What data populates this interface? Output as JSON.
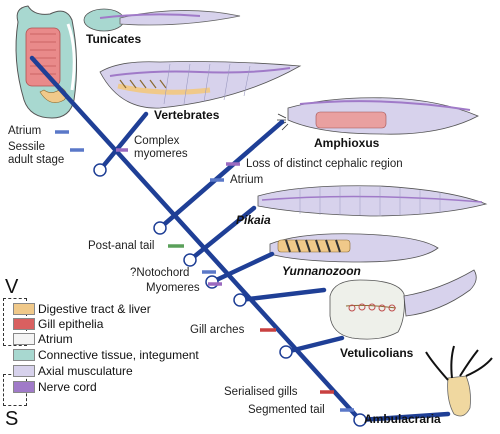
{
  "taxa": {
    "tunicates": "Tunicates",
    "vertebrates": "Vertebrates",
    "amphioxus": "Amphioxus",
    "pikaia": "Pikaia",
    "yunnanozoon": "Yunnanozoon",
    "vetulicolians": "Vetulicolians",
    "ambulacraria": "Ambulacraria"
  },
  "characters": {
    "atrium_tunicate": "Atrium",
    "sessile": "Sessile\nadult stage",
    "complex_myomeres": "Complex\nmyomeres",
    "loss_cephalic": "Loss of distinct cephalic region",
    "atrium_amphioxus": "Atrium",
    "post_anal_tail": "Post-anal tail",
    "notochord": "?Notochord",
    "myomeres": "Myomeres",
    "gill_arches": "Gill arches",
    "serialised_gills": "Serialised gills",
    "segmented_tail": "Segmented tail"
  },
  "legend": {
    "v_letter": "V",
    "s_letter": "S",
    "items": [
      {
        "label": "Digestive tract & liver",
        "color": "#f0c98a"
      },
      {
        "label": "Gill epithelia",
        "color": "#d96060"
      },
      {
        "label": "Atrium",
        "color": "#f4f4f4"
      },
      {
        "label": "Connective tissue, integument",
        "color": "#a8d8d0"
      },
      {
        "label": "Axial musculature",
        "color": "#d7d2ec"
      },
      {
        "label": "Nerve cord",
        "color": "#a07ac8"
      }
    ]
  },
  "colors": {
    "branch": "#1f3f96",
    "node_fill": "#ffffff",
    "bar_blue": "#5a78c8",
    "bar_purple": "#9a6ac0",
    "bar_red": "#c84040",
    "bar_green": "#5aa05a"
  }
}
